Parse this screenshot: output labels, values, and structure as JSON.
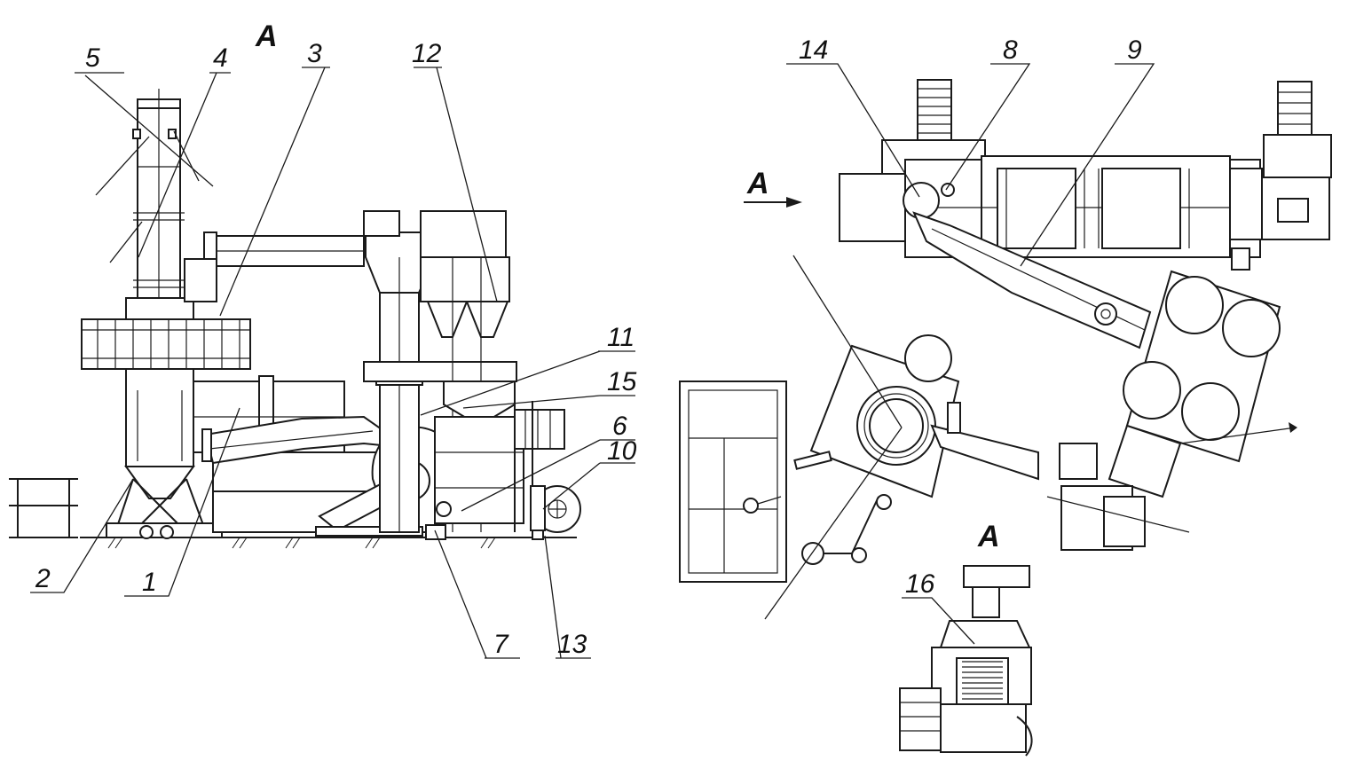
{
  "view_labels": {
    "main_view": "A",
    "plan_arrow": "A",
    "section_view": "A"
  },
  "callouts": {
    "c1": "1",
    "c2": "2",
    "c3": "3",
    "c4": "4",
    "c5": "5",
    "c6": "6",
    "c7": "7",
    "c8": "8",
    "c9": "9",
    "c10": "10",
    "c11": "11",
    "c12": "12",
    "c13": "13",
    "c14": "14",
    "c15": "15",
    "c16": "16"
  }
}
